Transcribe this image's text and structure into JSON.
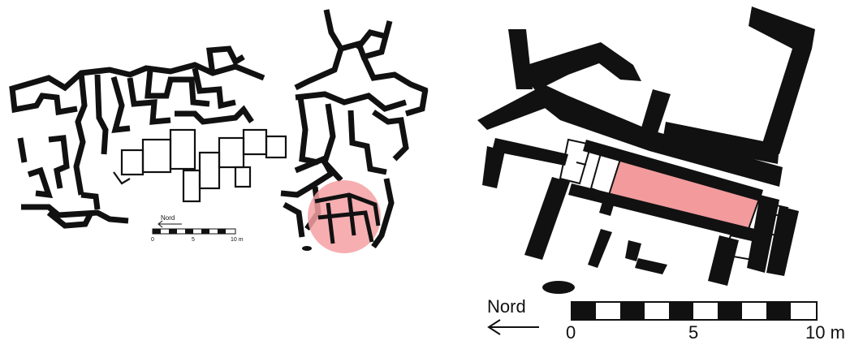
{
  "overview_plan": {
    "north_label": "Nord",
    "scale_ticks": [
      "0",
      "5",
      "10 m"
    ],
    "highlight_color": "#f4a0a2"
  },
  "detail_plan": {
    "north_label": "Nord",
    "scale_ticks": [
      "0",
      "5",
      "10 m"
    ],
    "highlight_color": "#f29a9c"
  },
  "wall_color": "#111111",
  "icons": [
    "north-arrow-icon",
    "north-arrow-icon"
  ]
}
